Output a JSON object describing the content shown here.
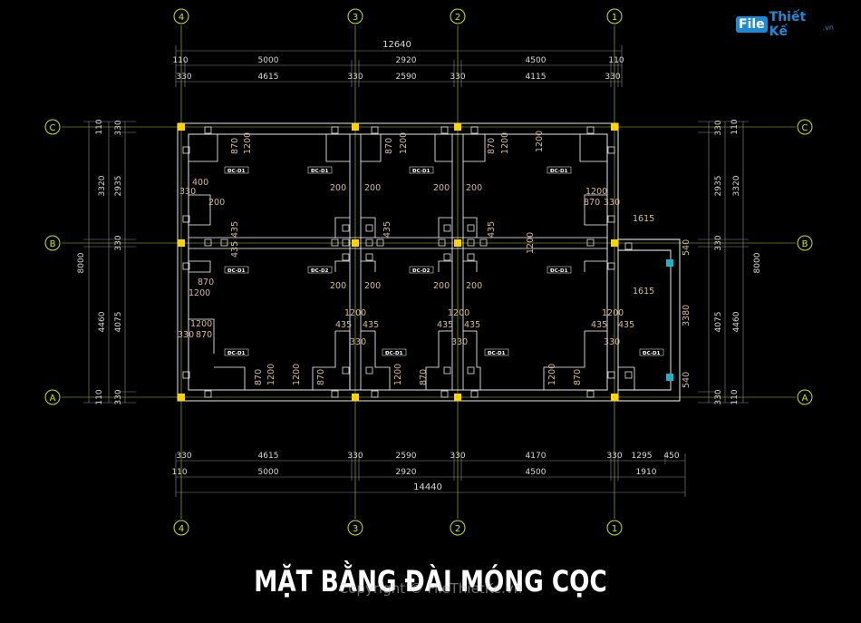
{
  "title": "MẶT BẰNG ĐÀI MÓNG CỌC",
  "watermark": "Copyright © FileThietKe.vn",
  "logo": {
    "file": "File",
    "rest": "Thiết Kế",
    "vn": ".vn"
  },
  "axes": {
    "columns": [
      "4",
      "3",
      "2",
      "1"
    ],
    "rows": [
      "C",
      "B",
      "A"
    ]
  },
  "dims": {
    "top_total": "12640",
    "top_row2": [
      "110",
      "5000",
      "2920",
      "4500",
      "110"
    ],
    "top_row3": [
      "330",
      "4615",
      "330",
      "2590",
      "330",
      "4115",
      "330"
    ],
    "bot_row1": [
      "330",
      "4615",
      "330",
      "2590",
      "330",
      "4170",
      "330",
      "1295",
      "450"
    ],
    "bot_row2": [
      "110",
      "5000",
      "2920",
      "4500",
      "1910"
    ],
    "bot_total": "14440",
    "left_total": "8000",
    "left_seg": [
      "3320",
      "4460"
    ],
    "left_inner": [
      "110",
      "330",
      "2935",
      "330",
      "4075",
      "330",
      "110"
    ],
    "right_total": "8000",
    "right_seg": [
      "3320",
      "4460"
    ],
    "right_inner": [
      "110",
      "330",
      "2935",
      "330",
      "4075",
      "330",
      "110"
    ]
  },
  "labels": {
    "beam": "ĐC-D1",
    "beam2": "ĐC-D2",
    "inner": [
      "1200",
      "870",
      "330",
      "200",
      "400",
      "435",
      "1615",
      "3380",
      "540"
    ]
  },
  "colors": {
    "background": "#000000",
    "lines": "#ffffff",
    "dim_lines": "#8a8a8a",
    "axis": "#cfe600",
    "columns": "#ffd400",
    "accent": "#1fb5c8",
    "brown_text": "#d8b898"
  }
}
